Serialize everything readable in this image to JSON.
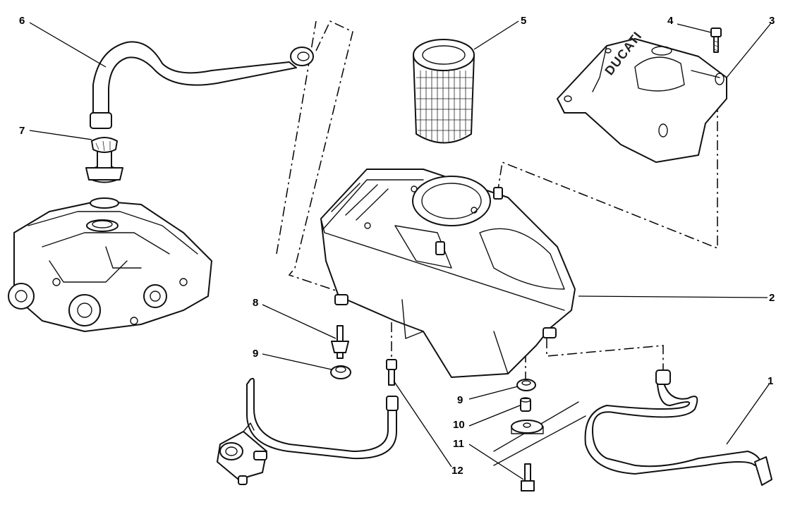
{
  "callouts": [
    {
      "id": "1",
      "label": "1"
    },
    {
      "id": "2",
      "label": "2"
    },
    {
      "id": "3",
      "label": "3"
    },
    {
      "id": "4",
      "label": "4"
    },
    {
      "id": "5",
      "label": "5"
    },
    {
      "id": "6",
      "label": "6"
    },
    {
      "id": "7",
      "label": "7"
    },
    {
      "id": "8",
      "label": "8"
    },
    {
      "id": "9a",
      "label": "9"
    },
    {
      "id": "9b",
      "label": "9"
    },
    {
      "id": "10",
      "label": "10"
    },
    {
      "id": "11",
      "label": "11"
    },
    {
      "id": "12",
      "label": "12"
    }
  ],
  "cover_lettering": "DUCATI"
}
